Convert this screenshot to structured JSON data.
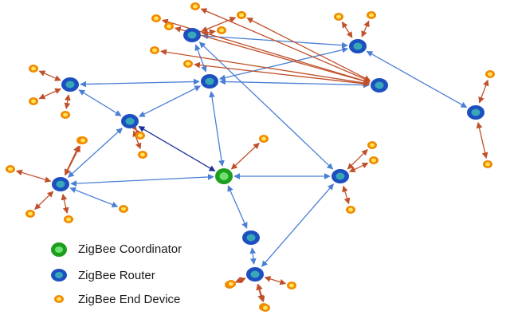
{
  "colors": {
    "link_router": "#4a7fd4",
    "link_end_device": "#c0502a",
    "link_direct": "#1f2f9a",
    "coordinator_fill": "#1e9e1e",
    "coordinator_core": "#6fe06f",
    "router_fill": "#1c4fc0",
    "router_core": "#38a8b8",
    "end_device_fill": "#f08a00",
    "end_device_core": "#ffe15a"
  },
  "legend": {
    "coordinator_label": "ZigBee Coordinator",
    "router_label": "ZigBee Router",
    "end_device_label": "ZigBee End Device"
  },
  "network": {
    "nodes": [
      {
        "id": "C",
        "type": "coordinator",
        "icon": "coordinator-node-icon"
      },
      {
        "id": "R1",
        "type": "router"
      },
      {
        "id": "R2",
        "type": "router"
      },
      {
        "id": "R3",
        "type": "router"
      },
      {
        "id": "R4",
        "type": "router"
      },
      {
        "id": "R5",
        "type": "router"
      },
      {
        "id": "R6",
        "type": "router"
      },
      {
        "id": "R7",
        "type": "router"
      },
      {
        "id": "R8",
        "type": "router"
      },
      {
        "id": "R9",
        "type": "router"
      },
      {
        "id": "R10",
        "type": "router"
      },
      {
        "id": "R11",
        "type": "router"
      },
      {
        "id": "E1",
        "type": "end_device"
      },
      {
        "id": "E2",
        "type": "end_device"
      },
      {
        "id": "E3",
        "type": "end_device"
      },
      {
        "id": "E4",
        "type": "end_device"
      },
      {
        "id": "E5",
        "type": "end_device"
      },
      {
        "id": "E6",
        "type": "end_device"
      },
      {
        "id": "E7",
        "type": "end_device"
      },
      {
        "id": "E8",
        "type": "end_device"
      },
      {
        "id": "E9",
        "type": "end_device"
      },
      {
        "id": "E10",
        "type": "end_device"
      },
      {
        "id": "E11",
        "type": "end_device"
      },
      {
        "id": "E12",
        "type": "end_device"
      },
      {
        "id": "E13",
        "type": "end_device"
      },
      {
        "id": "E14",
        "type": "end_device"
      },
      {
        "id": "E15",
        "type": "end_device"
      },
      {
        "id": "E16",
        "type": "end_device"
      },
      {
        "id": "E17",
        "type": "end_device"
      },
      {
        "id": "E18",
        "type": "end_device"
      },
      {
        "id": "E19",
        "type": "end_device"
      },
      {
        "id": "E20",
        "type": "end_device"
      },
      {
        "id": "E21",
        "type": "end_device"
      },
      {
        "id": "E22",
        "type": "end_device"
      },
      {
        "id": "E23",
        "type": "end_device"
      },
      {
        "id": "E24",
        "type": "end_device"
      },
      {
        "id": "E25",
        "type": "end_device"
      },
      {
        "id": "E26",
        "type": "end_device"
      },
      {
        "id": "E27",
        "type": "end_device"
      },
      {
        "id": "E28",
        "type": "end_device"
      },
      {
        "id": "E29",
        "type": "end_device"
      },
      {
        "id": "E30",
        "type": "end_device"
      },
      {
        "id": "E31",
        "type": "end_device"
      },
      {
        "id": "E32",
        "type": "end_device"
      }
    ],
    "links": [
      [
        "R1",
        "R2"
      ],
      [
        "R2",
        "R3"
      ],
      [
        "R3",
        "R4"
      ],
      [
        "R1",
        "R5"
      ],
      [
        "R2",
        "R5"
      ],
      [
        "R2",
        "R7"
      ],
      [
        "R2",
        "C"
      ],
      [
        "R5",
        "R6"
      ],
      [
        "R6",
        "C"
      ],
      [
        "R6",
        "E19"
      ],
      [
        "C",
        "R8"
      ],
      [
        "C",
        "R9"
      ],
      [
        "R9",
        "R10"
      ],
      [
        "R8",
        "R3"
      ],
      [
        "R4",
        "R11"
      ],
      [
        "R10",
        "R8"
      ],
      [
        "R2",
        "R4"
      ],
      [
        "R5",
        "C"
      ]
    ],
    "end_links": [
      [
        "R7",
        "E1"
      ],
      [
        "R7",
        "E2"
      ],
      [
        "R7",
        "E3"
      ],
      [
        "R7",
        "E4"
      ],
      [
        "R7",
        "E5"
      ],
      [
        "R7",
        "E6"
      ],
      [
        "R3",
        "E7"
      ],
      [
        "R3",
        "E8"
      ],
      [
        "R1",
        "E9"
      ],
      [
        "R1",
        "E10"
      ],
      [
        "R1",
        "E11"
      ],
      [
        "R5",
        "E12"
      ],
      [
        "R5",
        "E13"
      ],
      [
        "R11",
        "E14"
      ],
      [
        "R11",
        "E15"
      ],
      [
        "R6",
        "E16"
      ],
      [
        "R6",
        "E17"
      ],
      [
        "R6",
        "E18"
      ],
      [
        "R6",
        "E20"
      ],
      [
        "R6",
        "E21"
      ],
      [
        "C",
        "E22"
      ],
      [
        "R8",
        "E23"
      ],
      [
        "R8",
        "E24"
      ],
      [
        "R8",
        "E25"
      ],
      [
        "R10",
        "E26"
      ],
      [
        "R10",
        "E27"
      ],
      [
        "R10",
        "E28"
      ],
      [
        "R10",
        "E29"
      ],
      [
        "R10",
        "E30"
      ],
      [
        "R4",
        "E31"
      ],
      [
        "R4",
        "E32"
      ]
    ]
  }
}
